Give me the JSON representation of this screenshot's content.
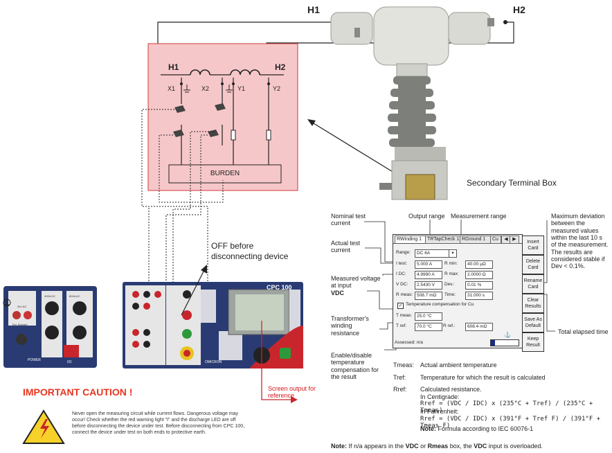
{
  "transformer": {
    "h1": "H1",
    "h2": "H2",
    "secondary_terminal_box": "Secondary Terminal Box"
  },
  "schematic": {
    "h1": "H1",
    "h2": "H2",
    "x1": "X1",
    "x2": "X2",
    "y1": "Y1",
    "y2": "Y2",
    "burden": "BURDEN"
  },
  "device": {
    "name": "CPC 100",
    "brand": "OMICRON",
    "off_note": "OFF before disconnecting device",
    "screen_output_note": "Screen output for reference",
    "power_label": "POWER",
    "switch_label": "0/1",
    "side_panel": {
      "label_240v": "2kV AC",
      "label_400a": "400A DC",
      "label_800a": "800A AC",
      "label_ext": "Ext. Booster"
    }
  },
  "caution": {
    "title": "IMPORTANT CAUTION !",
    "text_line1": "Never open the measuring circuit while current flows. Dangerous voltage may",
    "text_line2": "occur! Check whether the red warning light \"I\" and the discharge LED are off",
    "text_line3": "before disconnecting the device under test. Before disconnecting from CPC 100,",
    "text_line4": "connect the device under test on both ends to protective earth."
  },
  "annotations": {
    "nominal_test_current": "Nominal test current",
    "output_range": "Output range",
    "measurement_range": "Measurement range",
    "actual_test_current": "Actual test current",
    "measured_voltage": "Measured voltage at input",
    "measured_voltage_bold": "VDC",
    "winding_resistance": "Transformer's winding resistance",
    "enable_temp": "Enable/disable temperature compensation for the result",
    "max_deviation": "Maximum deviation between the measured values within the last 10 s of the measurement. The results are considered stable if Dev < 0.1%.",
    "total_elapsed_time": "Total elapsed time"
  },
  "window": {
    "tabs": [
      "RWinding 1",
      "TRTapCheck 1",
      "RGround 1",
      "Cu"
    ],
    "range_label": "Range:",
    "range_value": "DC 6A",
    "itest_label": "I test:",
    "itest_value": "5.000 A",
    "rmin_label": "R min:",
    "rmin_value": "40.00 µΩ",
    "idc_label": "I DC:",
    "idc_value": "4.9990 A",
    "rmax_label": "R max:",
    "rmax_value": "2.0000 Ω",
    "vdc_label": "V DC:",
    "vdc_value": "2.5430 V",
    "dev_label": "Dev.:",
    "dev_value": "0.01 %",
    "rmeas_label": "R meas:",
    "rmeas_value": "508.7 mΩ",
    "time_label": "Time:",
    "time_value": "31.000 s",
    "temp_comp_label": "Temperature compensation for Cu",
    "tmeas_label": "T meas:",
    "tmeas_value": "25.0 °C",
    "tref_label": "T ref:",
    "tref_value": "70.0 °C",
    "rref_label": "R ref.:",
    "rref_value": "608.4 mΩ",
    "assessed": "Assessed: n/a",
    "side_buttons": [
      "Insert Card",
      "Delete Card",
      "Rename Card",
      "Clear Results",
      "Save As Default",
      "Keep Result"
    ]
  },
  "legend": {
    "tmeas_key": "Tmeas:",
    "tmeas_text": "Actual ambient temperature",
    "tref_key": "Tref:",
    "tref_text": "Temperature for which the result is calculated",
    "rref_key": "Rref:",
    "rref_text": "Calculated resistance.",
    "centigrade_label": "In Centigrade:",
    "centigrade_formula": "Rref = (VDC / IDC) x (235°C + Tref) / (235°C + Tmeas)",
    "fahrenheit_label": "In Fahrenheit:",
    "fahrenheit_formula": "Rref = (VDC / IDC) x (391°F + Tref F) / (391°F + Tmeas F)",
    "note_formula_bold": "Note:",
    "note_formula_text": "Formula according to IEC 60076-1"
  },
  "bottom_note": {
    "note_bold": "Note:",
    "part1": "If n/a appears in the",
    "vdc": "VDC",
    "or": "or",
    "rmeas": "Rmeas",
    "part2": "box, the",
    "vdc2": "VDC",
    "part3": "input is overloaded."
  },
  "colors": {
    "schematic_fill": "#f6c7c9",
    "schematic_border": "#d23a3a",
    "caution_red": "#e8351f",
    "device_body": "#2a3b73",
    "device_red": "#c8262c",
    "warning_yellow": "#f6d12a"
  }
}
